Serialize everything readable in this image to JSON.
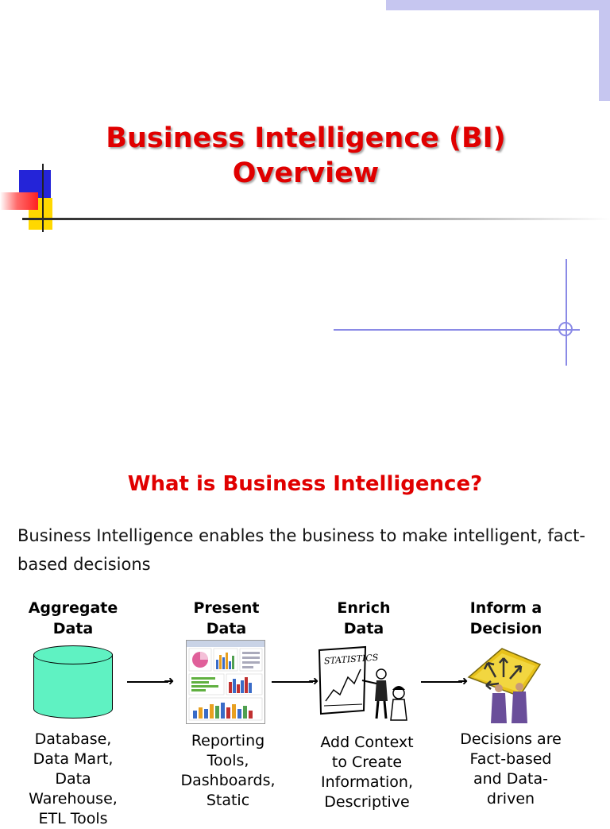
{
  "slide1": {
    "title_line1": "Business Intelligence (BI)",
    "title_line2": "Overview"
  },
  "slide2": {
    "title": "What is Business Intelligence?",
    "intro": "Business Intelligence enables the business to make intelligent, fact-based decisions",
    "steps": [
      {
        "head": [
          "Aggregate",
          "Data"
        ],
        "desc": [
          "Database,",
          "Data Mart,",
          "Data",
          "Warehouse,",
          "ETL Tools"
        ],
        "icon": "database-cylinder-icon"
      },
      {
        "head": [
          "Present",
          "Data"
        ],
        "desc": [
          "Reporting",
          "Tools,",
          "Dashboards,",
          "Static"
        ],
        "icon": "dashboard-report-icon"
      },
      {
        "head": [
          "Enrich",
          "Data"
        ],
        "desc": [
          "Add Context",
          "to Create",
          "Information,",
          "Descriptive"
        ],
        "icon": "statistics-presentation-icon"
      },
      {
        "head": [
          "Inform a",
          "Decision"
        ],
        "desc": [
          "Decisions are",
          "Fact-based",
          "and Data-",
          "driven"
        ],
        "icon": "decision-crossroads-icon"
      }
    ],
    "statistics_sign_text": "STATISTICS"
  },
  "colors": {
    "title_red": "#e00000",
    "accent_lavender": "#c6c6f0",
    "cylinder_fill": "#5ff2c2"
  }
}
